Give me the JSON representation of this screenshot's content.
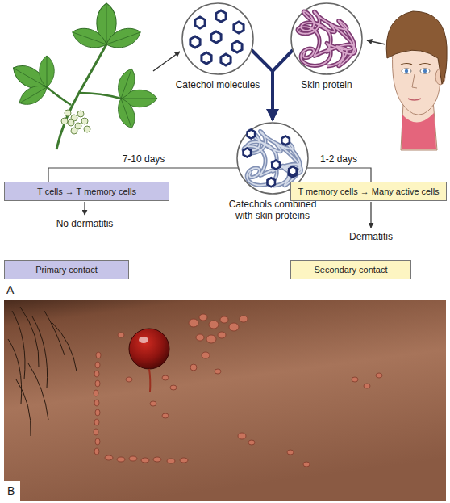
{
  "diagram": {
    "nodes": [
      {
        "text": [
          "Catechol molecules"
        ]
      },
      {
        "text": [
          "Skin protein"
        ]
      },
      {
        "text": [
          "Catechols combined with skin proteins"
        ]
      },
      {
        "text": [
          "T cells → T memory cells"
        ]
      },
      {
        "text": [
          "T memory cells → Many active cells"
        ]
      },
      {
        "text": [
          "Primary contact"
        ]
      },
      {
        "text": [
          "Secondary contact"
        ]
      }
    ],
    "edges": [
      {
        "from": 0,
        "to": 2,
        "arrow": "to"
      },
      {
        "from": 1,
        "to": 2,
        "arrow": "to"
      },
      {
        "from": 2,
        "to": 3,
        "label": "7-10 days",
        "arrow": "none"
      },
      {
        "from": 2,
        "to": 4,
        "label": "1-2 days",
        "arrow": "none"
      }
    ],
    "labels": [
      "No dermatitis",
      "Dermatitis",
      "A",
      "B"
    ]
  }
}
